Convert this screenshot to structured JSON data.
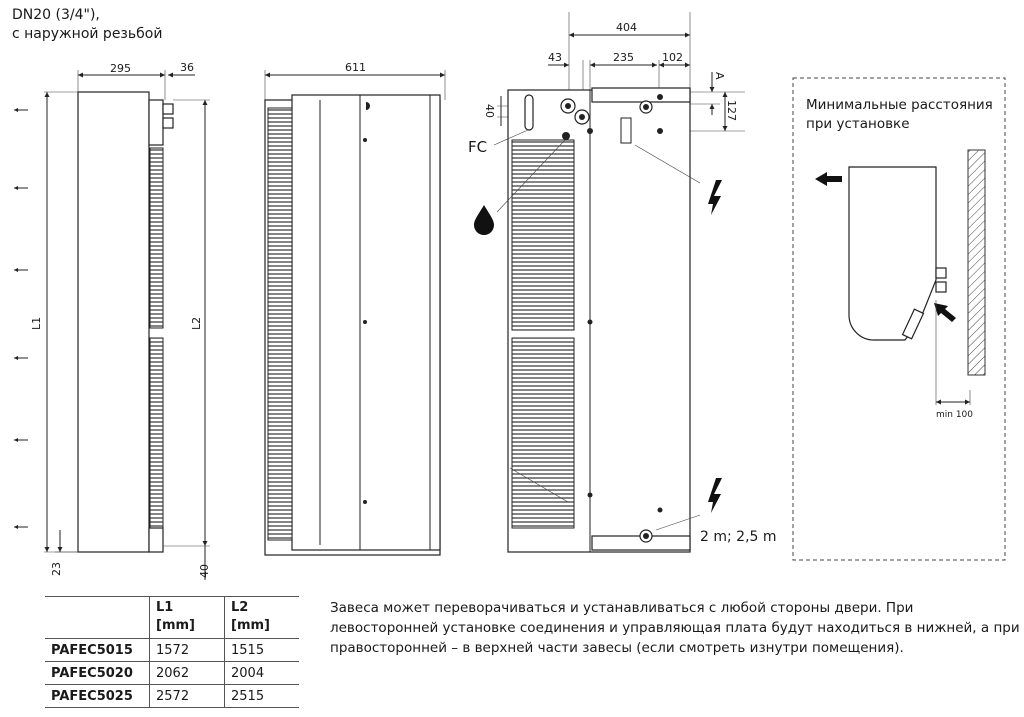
{
  "connection_note": {
    "line1": "DN20 (3/4\"),",
    "line2": "с наружной резьбой"
  },
  "side_view": {
    "dim_depth": "295",
    "dim_fitting": "36",
    "dim_L1": "L1",
    "dim_L2": "L2",
    "dim_bottom_left": "23",
    "dim_bottom_right": "40"
  },
  "front_view": {
    "dim_width": "611"
  },
  "rear_view": {
    "dim_total": "404",
    "dim_left": "43",
    "dim_mid": "235",
    "dim_right": "102",
    "dim_A": "A",
    "dim_40": "40",
    "dim_127": "127",
    "label_fc": "FC",
    "cable_length": "2 m; 2,5 m"
  },
  "clearance": {
    "title_line1": "Минимальные расстояния",
    "title_line2": "при установке",
    "min_label": "min 100"
  },
  "table": {
    "headers": [
      {
        "line1": "",
        "line2": ""
      },
      {
        "line1": "L1",
        "line2": "[mm]"
      },
      {
        "line1": "L2",
        "line2": "[mm]"
      }
    ],
    "rows": [
      {
        "model": "PAFEC5015",
        "L1": "1572",
        "L2": "1515"
      },
      {
        "model": "PAFEC5020",
        "L1": "2062",
        "L2": "2004"
      },
      {
        "model": "PAFEC5025",
        "L1": "2572",
        "L2": "2515"
      }
    ]
  },
  "note": {
    "text": "Завеса может переворачиваться и устанавливаться с любой стороны двери. При левосторонней установке соединения и управляющая плата будут находиться в нижней, а при правосторонней – в верхней части завесы (если смотреть изнутри помещения)."
  },
  "icons": [
    "water-drop-icon",
    "electric-bolt-icon",
    "arrow-icon"
  ]
}
